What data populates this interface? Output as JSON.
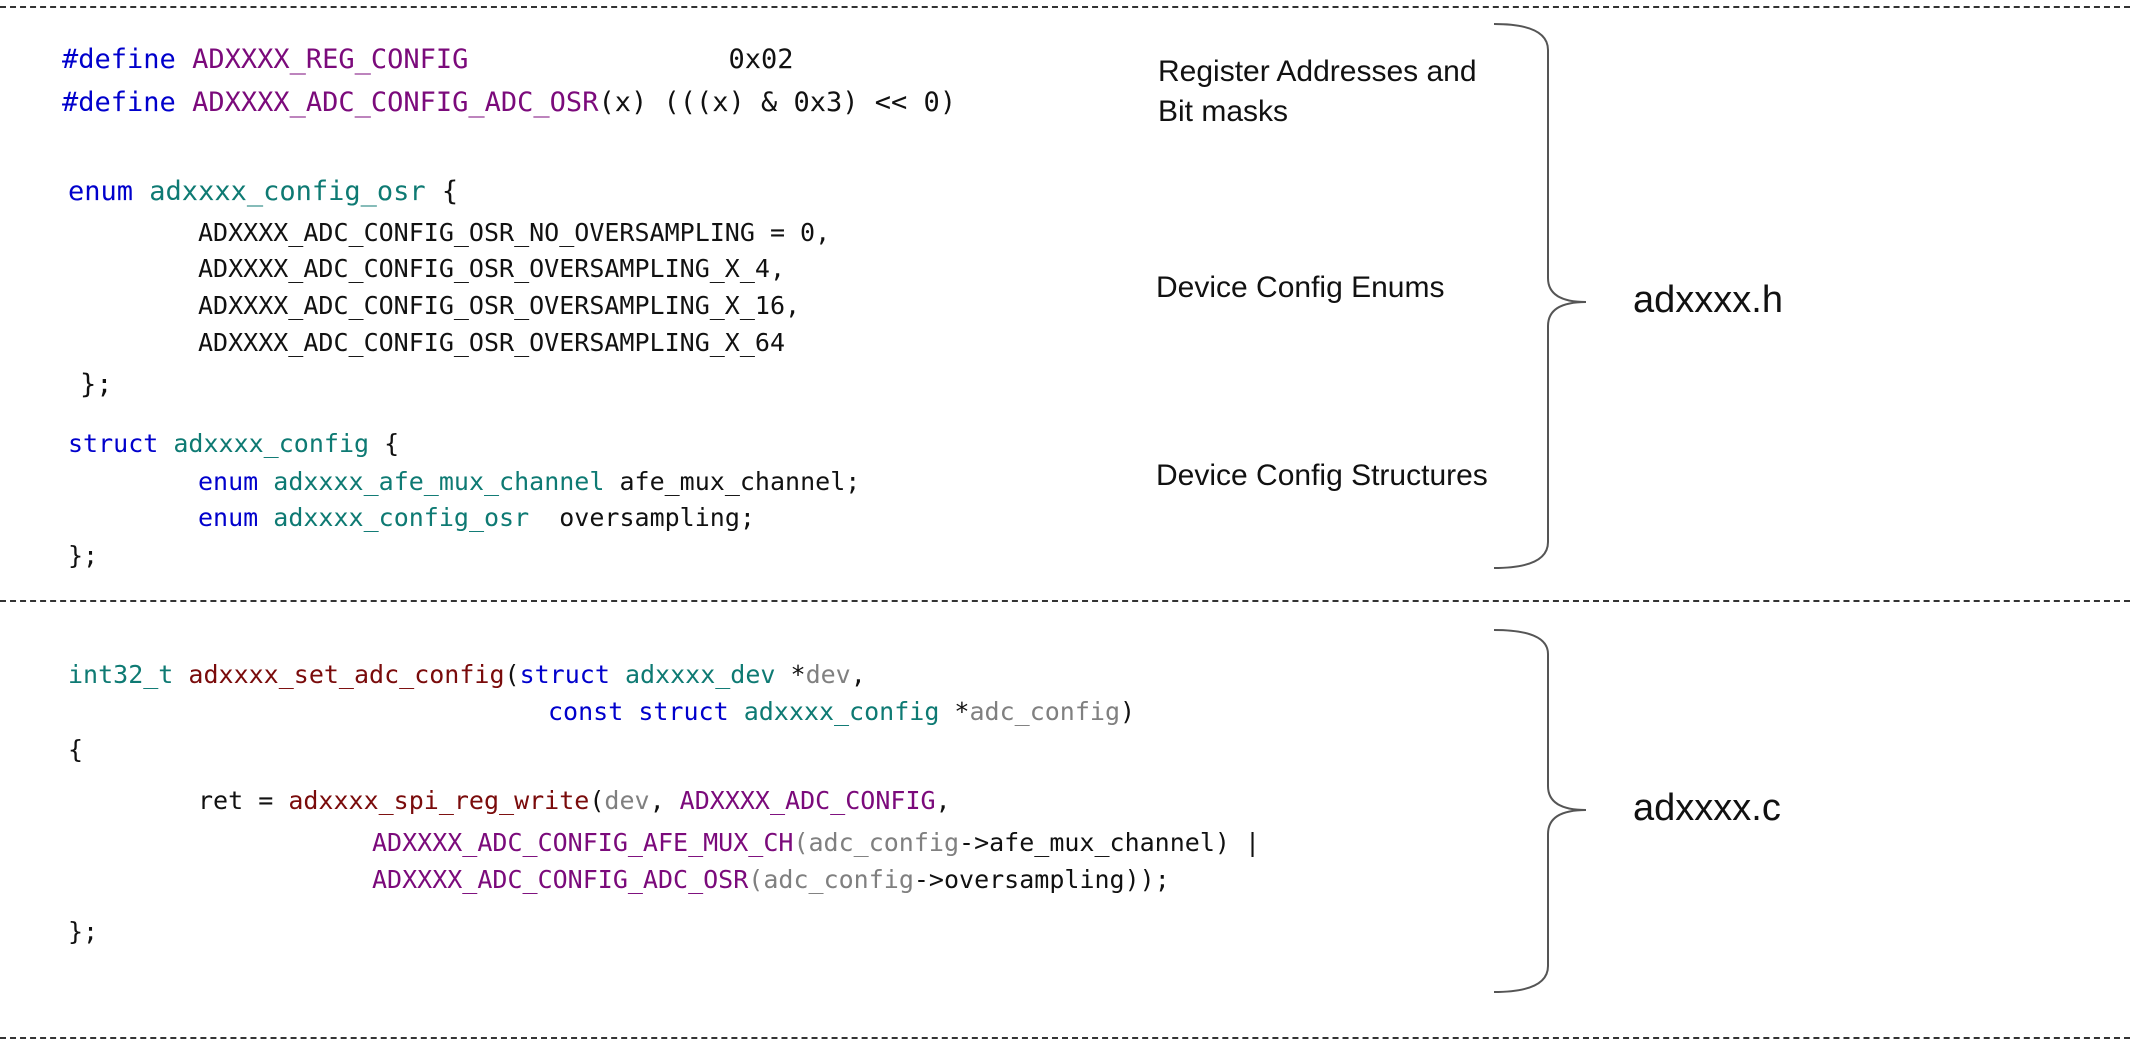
{
  "header_section": {
    "define_lines": [
      {
        "directive": "#define",
        "name": "ADXXXX_REG_CONFIG",
        "pad": "                ",
        "value": "0x02"
      },
      {
        "directive": "#define",
        "name": "ADXXXX_ADC_CONFIG_ADC_OSR",
        "args": "(x) (((x) & 0x3) << 0)"
      }
    ],
    "enum_block": {
      "keyword": "enum",
      "name": "adxxxx_config_osr",
      "open": " {",
      "members": [
        "ADXXXX_ADC_CONFIG_OSR_NO_OVERSAMPLING = 0,",
        "ADXXXX_ADC_CONFIG_OSR_OVERSAMPLING_X_4,",
        "ADXXXX_ADC_CONFIG_OSR_OVERSAMPLING_X_16,",
        "ADXXXX_ADC_CONFIG_OSR_OVERSAMPLING_X_64"
      ],
      "close": "};"
    },
    "struct_block": {
      "keyword": "struct",
      "name": "adxxxx_config",
      "open": " {",
      "fields": [
        {
          "keyword": "enum",
          "type": "adxxxx_afe_mux_channel",
          "var": " afe_mux_channel;"
        },
        {
          "keyword": "enum",
          "type": "adxxxx_config_osr",
          "var": "  oversampling;"
        }
      ],
      "close": "};"
    },
    "annotations": {
      "register_line1": "Register Addresses and",
      "register_line2": "Bit masks",
      "enums": "Device Config Enums",
      "structs": "Device Config Structures"
    },
    "file_label": "adxxxx.h"
  },
  "source_section": {
    "func_return": "int32_t",
    "func_name": "adxxxx_set_adc_config",
    "p1_open": "(",
    "p1_kw": "struct",
    "p1_type": "adxxxx_dev",
    "p1_star": " *",
    "p1_name": "dev",
    "p1_comma": ",",
    "p2_const": "const",
    "p2_kw": "struct",
    "p2_type": "adxxxx_config",
    "p2_star": " *",
    "p2_name": "adc_config",
    "p2_close": ")",
    "open_brace": "{",
    "ret": "ret = ",
    "write_fn": "adxxxx_spi_reg_write",
    "write_open": "(",
    "write_dev": "dev",
    "write_sep": ", ",
    "write_reg": "ADXXXX_ADC_CONFIG",
    "write_comma": ",",
    "mux_macro": "ADXXXX_ADC_CONFIG_AFE_MUX_CH",
    "mux_open": "(",
    "mux_param": "adc_config",
    "mux_member": "->afe_mux_channel) |",
    "osr_macro": "ADXXXX_ADC_CONFIG_ADC_OSR",
    "osr_open": "(",
    "osr_param": "adc_config",
    "osr_member": "->oversampling));",
    "close_brace": "};",
    "file_label": "adxxxx.c"
  },
  "colors": {
    "keyword": "#0000cc",
    "macro": "#7b0a7b",
    "type": "#0e7a73",
    "function": "#7a0b0b",
    "parameter": "#808080"
  }
}
